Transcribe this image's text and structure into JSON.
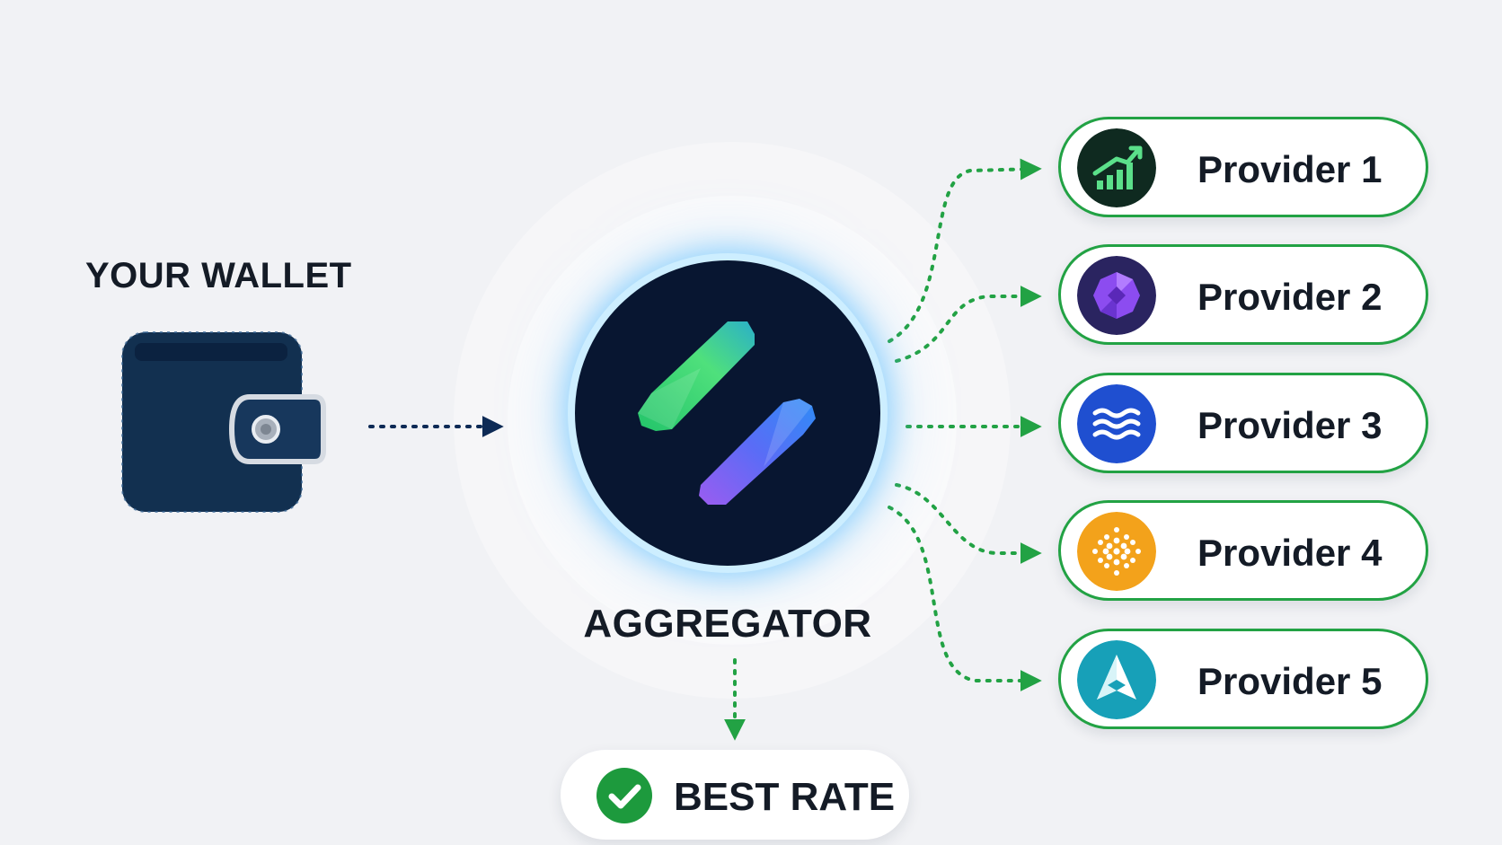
{
  "wallet": {
    "label": "YOUR WALLET",
    "icon": "wallet-icon"
  },
  "aggregator": {
    "label": "AGGREGATOR",
    "icon": "aggregator-logo-icon"
  },
  "providers": [
    {
      "label": "Provider 1",
      "icon": "chart-growth-icon",
      "color": "#0f2a20"
    },
    {
      "label": "Provider 2",
      "icon": "gem-icon",
      "color": "#2a2460"
    },
    {
      "label": "Provider 3",
      "icon": "waves-icon",
      "color": "#1f4fd0"
    },
    {
      "label": "Provider 4",
      "icon": "dot-grid-icon",
      "color": "#f3a21b"
    },
    {
      "label": "Provider 5",
      "icon": "arrow-peak-icon",
      "color": "#17a0b8"
    }
  ],
  "result": {
    "label": "BEST RATE",
    "icon": "check-circle-icon"
  },
  "colors": {
    "accent_green": "#22a244",
    "navy": "#0d2a55",
    "hub_background": "#081631"
  }
}
